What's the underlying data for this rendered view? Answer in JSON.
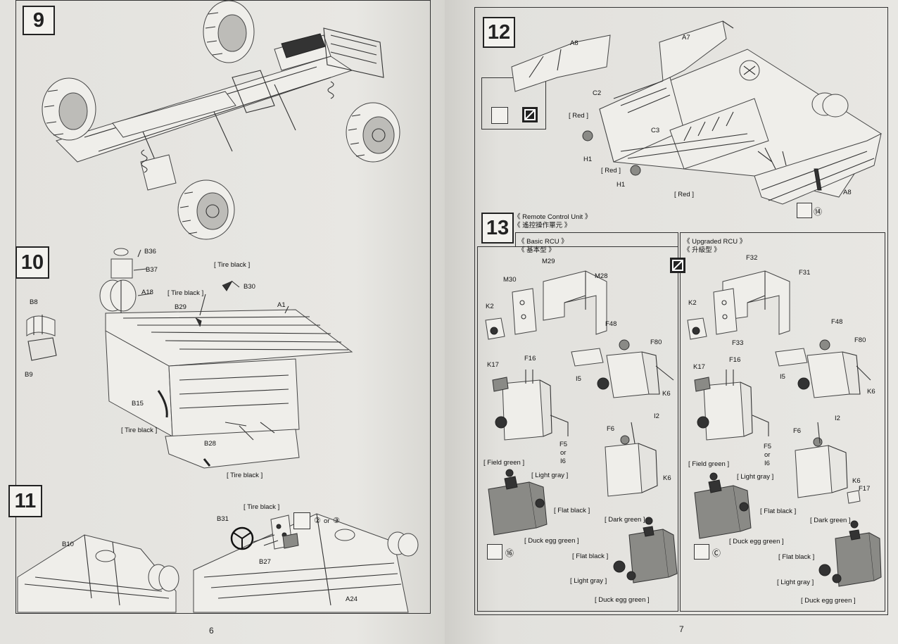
{
  "left_page": {
    "page_number": "6",
    "step9": {
      "number": "9"
    },
    "step10": {
      "number": "10",
      "labels": {
        "b36": "B36",
        "b37": "B37",
        "tire_black_1": "[ Tire black ]",
        "b30": "B30",
        "a18": "A18",
        "tire_black_2": "[ Tire black ]",
        "b29": "B29",
        "a1": "A1",
        "b8": "B8",
        "b9": "B9",
        "b15": "B15",
        "tire_black_3": "[ Tire black ]",
        "b28": "B28",
        "tire_black_4": "[ Tire black ]"
      }
    },
    "step11": {
      "number": "11",
      "labels": {
        "tire_black": "[ Tire black ]",
        "or": "or",
        "b31": "B31",
        "b10": "B10",
        "b27": "B27",
        "a24": "A24"
      }
    }
  },
  "right_page": {
    "page_number": "7",
    "step12": {
      "number": "12",
      "labels": {
        "a8_top": "A8",
        "a7": "A7",
        "c2": "C2",
        "red_1": "[ Red ]",
        "c3": "C3",
        "h1_1": "H1",
        "red_2": "[ Red ]",
        "h1_2": "H1",
        "red_3": "[ Red ]",
        "a8_bottom": "A8",
        "circle_14": "⑭"
      }
    },
    "step13": {
      "number": "13",
      "title_en": "《 Remote Control Unit 》",
      "title_zh": "《 遙控操作單元 》",
      "basic": {
        "title_en": "《 Basic RCU 》",
        "title_zh": "《 基本型 》",
        "labels": {
          "m29": "M29",
          "m30": "M30",
          "m28": "M28",
          "k2": "K2",
          "f48": "F48",
          "f80": "F80",
          "k17": "K17",
          "f16": "F16",
          "i5": "I5",
          "k6_1": "K6",
          "i2": "I2",
          "f6": "F6",
          "f5": "F5",
          "or": "or",
          "i6": "I6",
          "k6_2": "K6",
          "field_green": "[ Field green ]",
          "light_gray_1": "[ Light gray ]",
          "flat_black_1": "[ Flat black ]",
          "dark_green": "[ Dark green ]",
          "duck_egg_1": "[ Duck egg green ]",
          "circle_16": "⑯",
          "flat_black_2": "[ Flat black ]",
          "light_gray_2": "[ Light gray ]",
          "duck_egg_2": "[ Duck egg green ]"
        }
      },
      "upgraded": {
        "title_en": "《 Upgraded RCU 》",
        "title_zh": "《 升級型 》",
        "labels": {
          "f32": "F32",
          "f31": "F31",
          "k2": "K2",
          "f33": "F33",
          "f48": "F48",
          "f80": "F80",
          "k17": "K17",
          "f16": "F16",
          "i5": "I5",
          "k6_1": "K6",
          "i2": "I2",
          "f6": "F6",
          "f5": "F5",
          "or": "or",
          "i6": "I6",
          "field_green": "[ Field green ]",
          "light_gray_1": "[ Light gray ]",
          "k6_2": "K6",
          "f17": "F17",
          "flat_black_1": "[ Flat black ]",
          "dark_green": "[ Dark green ]",
          "duck_egg_1": "[ Duck egg green ]",
          "circle_c": "Ⓒ",
          "flat_black_2": "[ Flat black ]",
          "light_gray_2": "[ Light gray ]",
          "duck_egg_2": "[ Duck egg green ]"
        }
      }
    }
  },
  "circle_numbers": {
    "two": "②",
    "three": "③"
  }
}
